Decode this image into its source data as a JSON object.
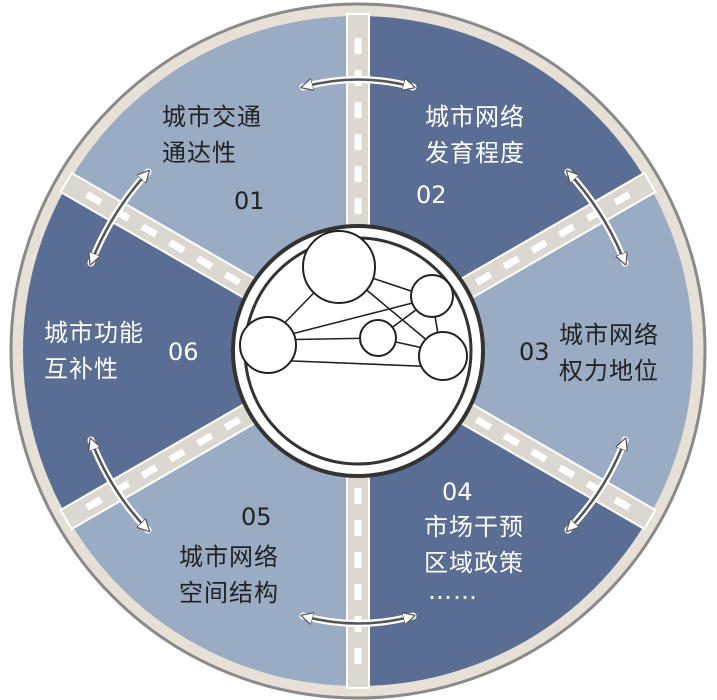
{
  "colors": {
    "dark_sector": "#5a6e94",
    "light_sector": "#9aabc4",
    "rim": "#e6e0d6",
    "road_light": "#ddd8cf",
    "center_fill": "#ffffff"
  },
  "sectors": [
    {
      "number": "01",
      "line1": "城市交通",
      "line2": "通达性"
    },
    {
      "number": "02",
      "line1": "城市网络",
      "line2": "发育程度"
    },
    {
      "number": "03",
      "line1": "城市网络",
      "line2": "权力地位"
    },
    {
      "number": "04",
      "line1": "市场干预",
      "line2": "区域政策",
      "line3": "……"
    },
    {
      "number": "05",
      "line1": "城市网络",
      "line2": "空间结构"
    },
    {
      "number": "06",
      "line1": "城市功能",
      "line2": "互补性"
    }
  ]
}
